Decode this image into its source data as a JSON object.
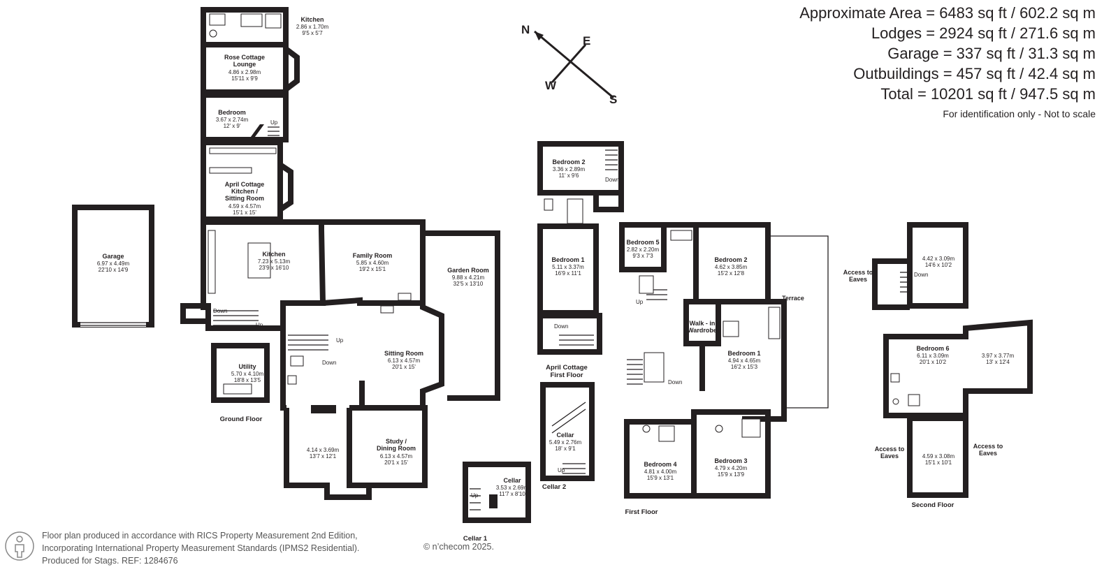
{
  "summary": {
    "lines": [
      "Approximate Area = 6483 sq ft / 602.2 sq m",
      "Lodges = 2924 sq ft / 271.6 sq m",
      "Garage = 337 sq ft / 31.3 sq m",
      "Outbuildings = 457 sq ft / 42.4 sq m",
      "Total = 10201 sq ft / 947.5 sq m"
    ],
    "note": "For identification only - Not to scale"
  },
  "compass": {
    "n": "N",
    "e": "E",
    "s": "S",
    "w": "W"
  },
  "footer": {
    "line1": "Floor plan produced in accordance with RICS Property Measurement 2nd Edition,",
    "line2": "Incorporating International Property Measurement Standards (IPMS2 Residential).",
    "line3": "Produced for Stags.   REF: 1284676",
    "copyright": "© n’checom 2025."
  },
  "floor_labels": {
    "ground": "Ground Floor",
    "first": "First Floor",
    "second": "Second Floor",
    "cellar1": "Cellar 1",
    "cellar2": "Cellar 2",
    "april_cottage_first_1": "April Cottage",
    "april_cottage_first_2": "First Floor"
  },
  "labels": {
    "up": "Up",
    "down": "Down",
    "terrace": "Terrace",
    "access_eaves_1": "Access to",
    "access_eaves_2": "Eaves"
  },
  "rooms": {
    "garage": {
      "name": "Garage",
      "metric": "6.97 x 4.49m",
      "imperial": "22'10 x 14'9"
    },
    "rc_kitchen": {
      "name": "Kitchen",
      "metric": "2.86 x 1.70m",
      "imperial": "9'5 x 5'7"
    },
    "rc_lounge": {
      "name1": "Rose Cottage",
      "name2": "Lounge",
      "metric": "4.86 x 2.98m",
      "imperial": "15'11 x 9'9"
    },
    "rc_bedroom": {
      "name": "Bedroom",
      "metric": "3.67 x 2.74m",
      "imperial": "12' x 9'"
    },
    "ac_kitchen": {
      "name1": "April Cottage",
      "name2": "Kitchen /",
      "name3": "Sitting Room",
      "metric": "4.59 x 4.57m",
      "imperial": "15'1 x 15'"
    },
    "kitchen": {
      "name": "Kitchen",
      "metric": "7.23 x 5.13m",
      "imperial": "23'9 x 16'10"
    },
    "family": {
      "name": "Family Room",
      "metric": "5.85 x 4.60m",
      "imperial": "19'2 x 15'1"
    },
    "garden": {
      "name": "Garden Room",
      "metric": "9.88 x 4.21m",
      "imperial": "32'5 x 13'10"
    },
    "sitting": {
      "name": "Sitting Room",
      "metric": "6.13 x 4.57m",
      "imperial": "20'1 x 15'"
    },
    "utility": {
      "name": "Utility",
      "metric": "5.70 x 4.10m",
      "imperial": "18'8 x 13'5"
    },
    "gf_room": {
      "metric": "4.14 x 3.69m",
      "imperial": "13'7 x 12'1"
    },
    "study": {
      "name1": "Study /",
      "name2": "Dining Room",
      "metric": "6.13 x 4.57m",
      "imperial": "20'1 x 15'"
    },
    "cellar1": {
      "name": "Cellar",
      "metric": "3.53 x 2.69m",
      "imperial": "11'7 x 8'10"
    },
    "cellar2": {
      "name": "Cellar",
      "metric": "5.49 x 2.76m",
      "imperial": "18' x 9'1"
    },
    "ac_bed2": {
      "name": "Bedroom 2",
      "metric": "3.36 x 2.89m",
      "imperial": "11' x 9'6"
    },
    "ac_bed1": {
      "name": "Bedroom 1",
      "metric": "5.11 x 3.37m",
      "imperial": "16'9 x 11'1"
    },
    "ff_bed5": {
      "name": "Bedroom 5",
      "metric": "2.82 x 2.20m",
      "imperial": "9'3 x 7'3"
    },
    "ff_bed2": {
      "name": "Bedroom 2",
      "metric": "4.62 x 3.85m",
      "imperial": "15'2 x 12'8"
    },
    "ff_wardrobe": {
      "name1": "Walk - in",
      "name2": "Wardrobe"
    },
    "ff_bed1": {
      "name": "Bedroom 1",
      "metric": "4.94 x 4.65m",
      "imperial": "16'2 x 15'3"
    },
    "ff_bed4": {
      "name": "Bedroom 4",
      "metric": "4.81 x 4.00m",
      "imperial": "15'9 x 13'1"
    },
    "ff_bed3": {
      "name": "Bedroom 3",
      "metric": "4.79 x 4.20m",
      "imperial": "15'9 x 13'9"
    },
    "sf_top": {
      "metric": "4.42 x 3.09m",
      "imperial": "14'6 x 10'2"
    },
    "sf_bed6": {
      "name": "Bedroom 6",
      "metric": "6.11 x 3.09m",
      "imperial": "20'1 x 10'2"
    },
    "sf_right": {
      "metric": "3.97 x 3.77m",
      "imperial": "13' x 12'4"
    },
    "sf_bottom": {
      "metric": "4.59 x 3.08m",
      "imperial": "15'1 x 10'1"
    }
  }
}
